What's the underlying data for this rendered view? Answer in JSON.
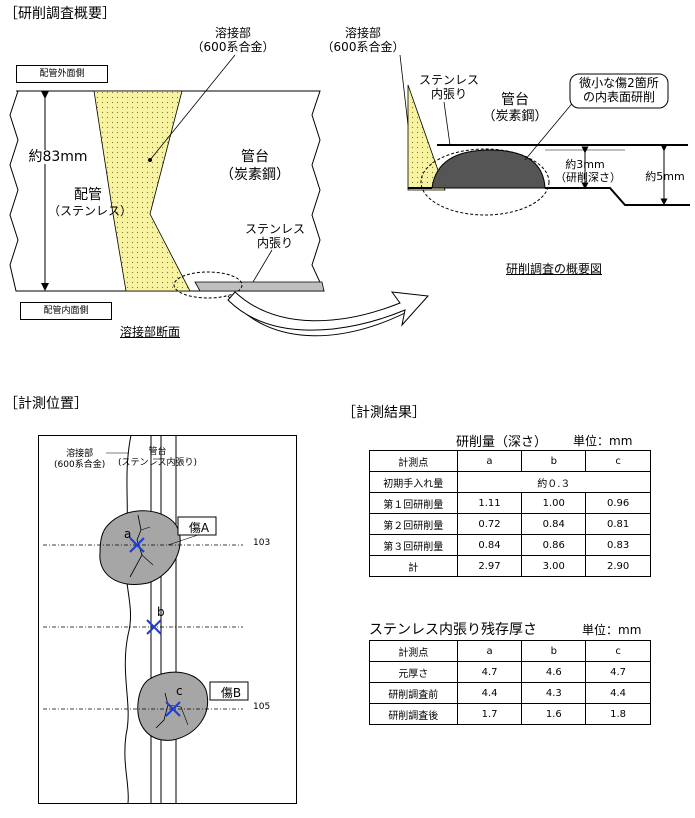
{
  "overview": {
    "heading": "［研削調査概要］",
    "outer_side": "配管外面側",
    "inner_side": "配管内面側",
    "weld_label": [
      "溶接部",
      "（600系合金）"
    ],
    "dimension": "約83mm",
    "pipe_label": [
      "配管",
      "（ステンレス）"
    ],
    "nozzle_label": [
      "管台",
      "（炭素鋼）"
    ],
    "liner_label": [
      "ステンレス",
      "内張り"
    ],
    "section_caption": "溶接部断面"
  },
  "detail": {
    "weld_label": [
      "溶接部",
      "（600系合金）"
    ],
    "liner_label": [
      "ステンレス",
      "内張り"
    ],
    "nozzle_label": [
      "管台",
      "（炭素鋼）"
    ],
    "callout": [
      "微小な傷2箇所",
      "の内表面研削"
    ],
    "depth_label": [
      "約3mm",
      "（研削深さ）"
    ],
    "thickness_label": "約5mm",
    "caption": "研削調査の概要図"
  },
  "position": {
    "heading": "［計測位置］",
    "weld_label": [
      "溶接部",
      "(600系合金)"
    ],
    "nozzle_label": [
      "管台",
      "(ステンレス内張り)"
    ],
    "flaw_a": "傷A",
    "flaw_b": "傷B",
    "point_a": "a",
    "point_b": "b",
    "point_c": "c",
    "line_top": "103",
    "line_bottom": "105"
  },
  "results": {
    "heading": "［計測結果］",
    "table1": {
      "title": "研削量（深さ）",
      "unit": "単位：mm",
      "header": [
        "計測点",
        "a",
        "b",
        "c"
      ],
      "initial": {
        "label": "初期手入れ量",
        "value": "約０.３"
      },
      "rows": [
        [
          "第１回研削量",
          "1.11",
          "1.00",
          "0.96"
        ],
        [
          "第２回研削量",
          "0.72",
          "0.84",
          "0.81"
        ],
        [
          "第３回研削量",
          "0.84",
          "0.86",
          "0.83"
        ],
        [
          "計",
          "2.97",
          "3.00",
          "2.90"
        ]
      ]
    },
    "table2": {
      "title": "ステンレス内張り残存厚さ",
      "unit": "単位：mm",
      "header": [
        "計測点",
        "a",
        "b",
        "c"
      ],
      "rows": [
        [
          "元厚さ",
          "4.7",
          "4.6",
          "4.7"
        ],
        [
          "研削調査前",
          "4.4",
          "4.3",
          "4.4"
        ],
        [
          "研削調査後",
          "1.7",
          "1.6",
          "1.8"
        ]
      ]
    }
  },
  "colors": {
    "weld": "#f8f3a0",
    "flaw": "#a6a6a6",
    "marker": "#1f3bd6",
    "ground": "#555555"
  }
}
